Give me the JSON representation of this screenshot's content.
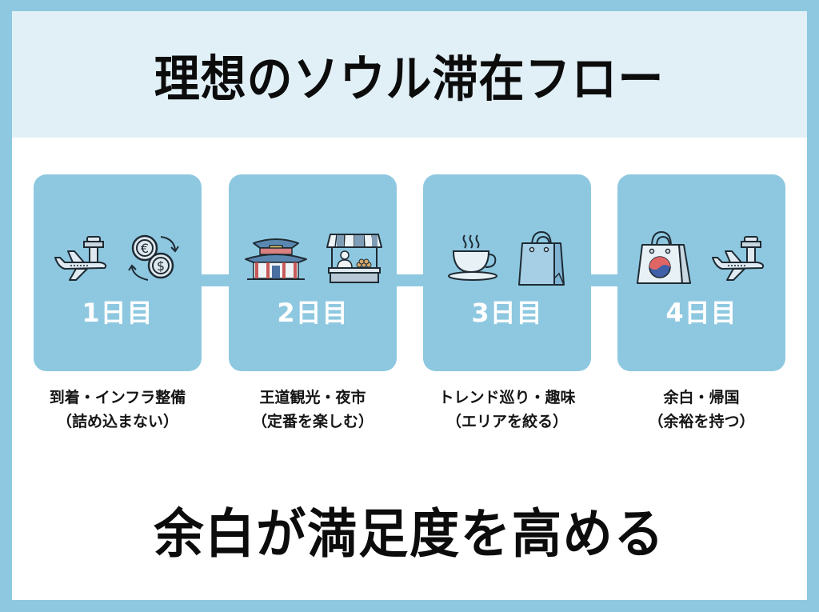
{
  "header": {
    "title": "理想のソウル滞在フロー"
  },
  "steps": [
    {
      "day": "1日目",
      "caption_line1": "到着・インフラ整備",
      "caption_line2": "（詰め込まない）",
      "icons": [
        "airplane-tower-icon",
        "currency-exchange-icon"
      ]
    },
    {
      "day": "2日目",
      "caption_line1": "王道観光・夜市",
      "caption_line2": "（定番を楽しむ）",
      "icons": [
        "palace-icon",
        "market-stall-icon"
      ]
    },
    {
      "day": "3日目",
      "caption_line1": "トレンド巡り・趣味",
      "caption_line2": "（エリアを絞る）",
      "icons": [
        "coffee-cup-icon",
        "shopping-bag-icon"
      ]
    },
    {
      "day": "4日目",
      "caption_line1": "余白・帰国",
      "caption_line2": "（余裕を持つ）",
      "icons": [
        "korea-shopping-bag-icon",
        "airplane-tower-icon"
      ]
    }
  ],
  "footer": {
    "tagline": "余白が満足度を高める"
  },
  "colors": {
    "frame": "#8ec8e0",
    "header_band": "#e1f0f7",
    "card": "#8ec8e0",
    "text": "#0c0c0c",
    "card_text": "#ffffff"
  }
}
